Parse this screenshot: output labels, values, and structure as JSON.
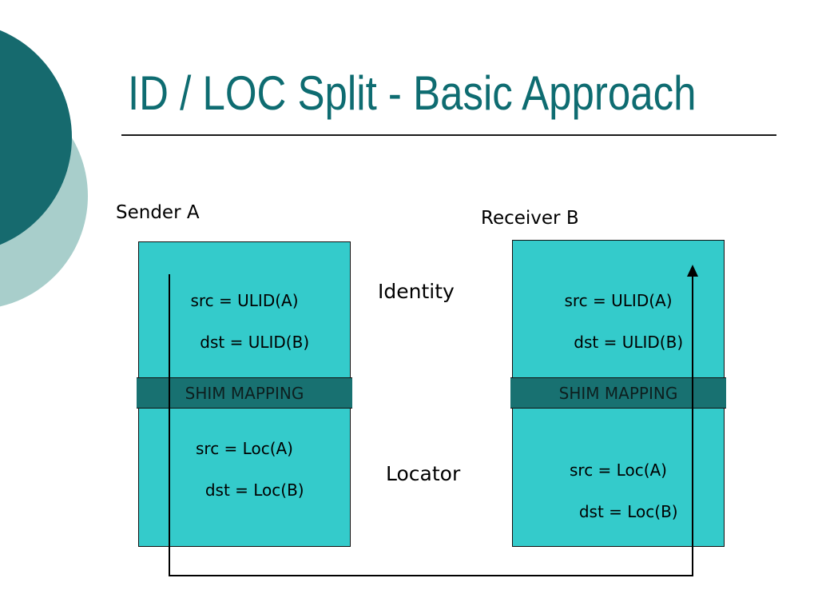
{
  "slide": {
    "title": "ID / LOC Split - Basic Approach"
  },
  "diagram": {
    "sender": {
      "label": "Sender A",
      "identity_lines": [
        "src = ULID(A)",
        "dst = ULID(B)"
      ],
      "shim_label": "SHIM MAPPING",
      "locator_lines": [
        "src = Loc(A)",
        "dst = Loc(B)"
      ]
    },
    "receiver": {
      "label": "Receiver B",
      "identity_lines": [
        "src = ULID(A)",
        "dst = ULID(B)"
      ],
      "shim_label": "SHIM MAPPING",
      "locator_lines": [
        "src = Loc(A)",
        "dst = Loc(B)"
      ]
    },
    "middle_labels": {
      "identity": "Identity",
      "locator": "Locator"
    }
  },
  "colors": {
    "title_text": "#0e6c71",
    "decor_circle_dark": "#166a6e",
    "decor_circle_light": "#a8cecb",
    "host_box_fill": "#34cbcb",
    "shim_band_fill": "#187171",
    "line_color": "#000000"
  }
}
